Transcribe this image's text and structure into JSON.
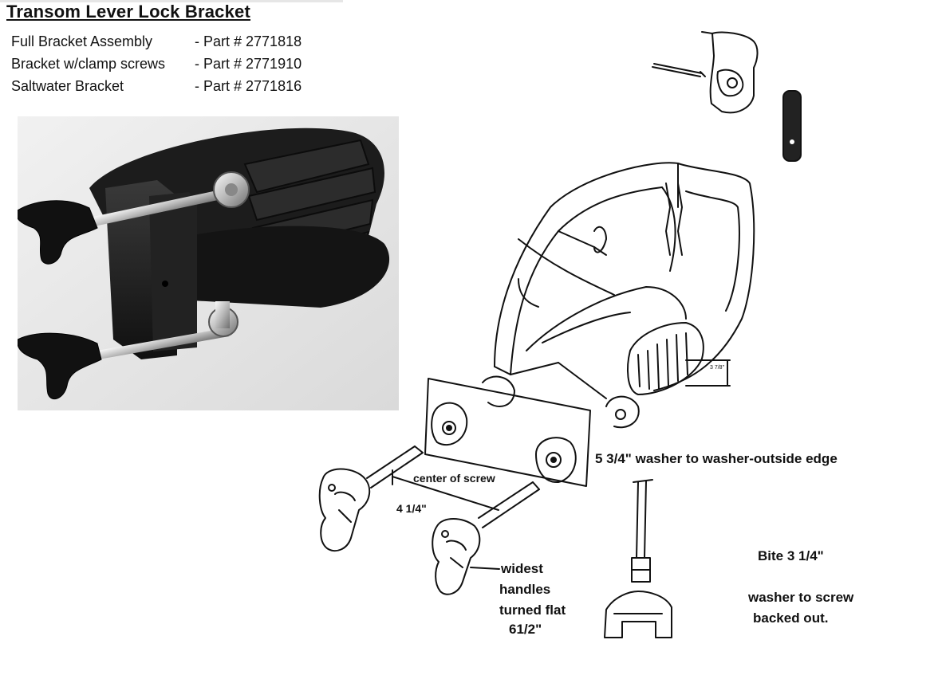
{
  "header": {
    "title": "Transom Lever Lock Bracket"
  },
  "parts": [
    {
      "name": "Full Bracket Assembly",
      "number": "- Part # 2771818"
    },
    {
      "name": "Bracket w/clamp screws",
      "number": "- Part # 2771910"
    },
    {
      "name": "Saltwater Bracket",
      "number": "- Part # 2771816"
    }
  ],
  "diagram": {
    "dim_small": "3 7/8\"",
    "washer_span": "5 3/4\" washer to washer-outside edge",
    "center_of_screw": "center of screw",
    "screw_spacing": "4 1/4\"",
    "widest_line1": "widest",
    "widest_line2": "handles",
    "widest_line3": "turned flat",
    "widest_line4": "61/2\"",
    "bite": "Bite  3 1/4\"",
    "washer_to_screw_line1": "washer to screw",
    "washer_to_screw_line2": "backed out."
  }
}
